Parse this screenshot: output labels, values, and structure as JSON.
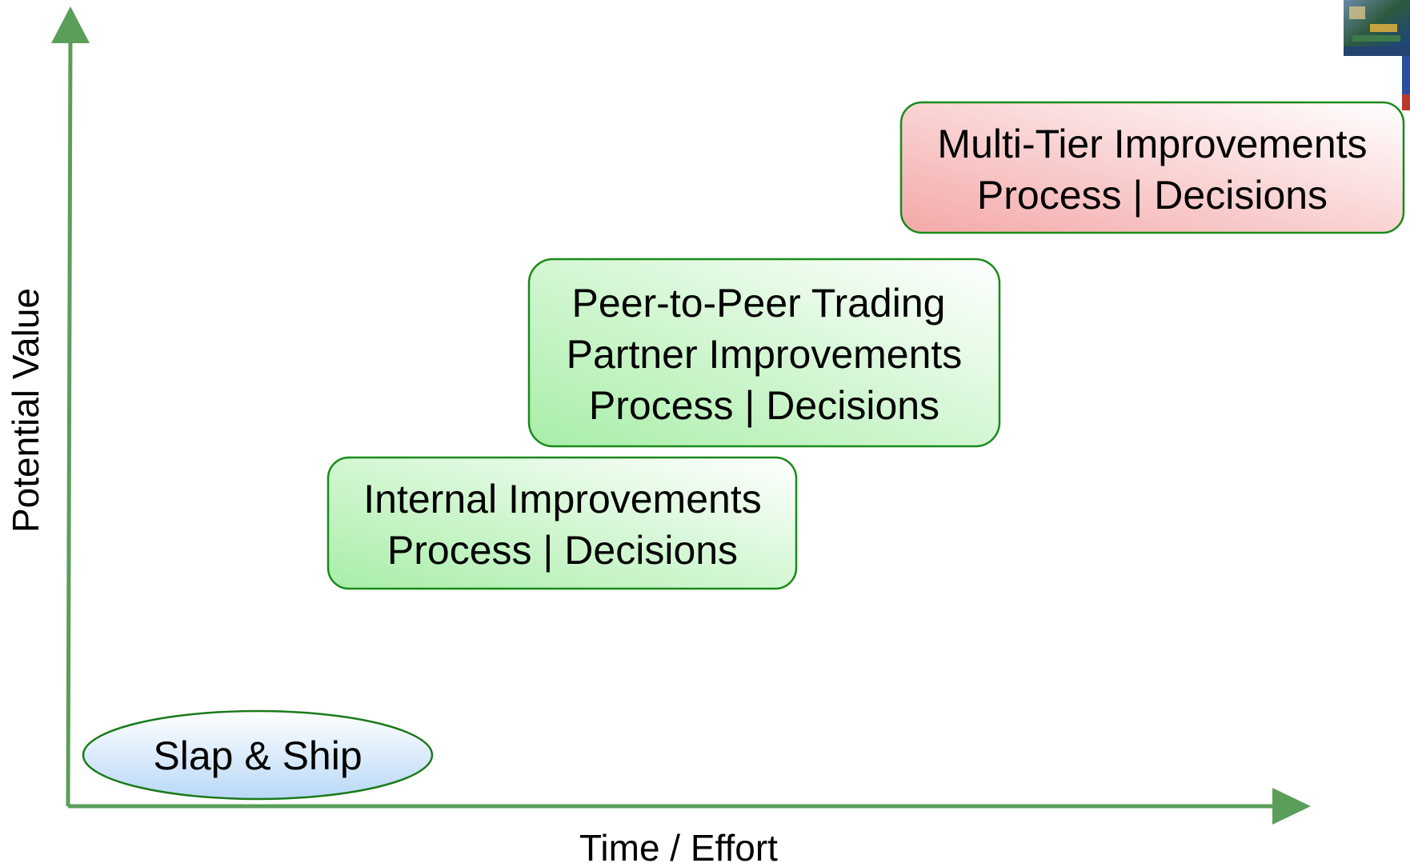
{
  "axes": {
    "x_label": "Time / Effort",
    "y_label": "Potential Value",
    "color": "#5a9e5a"
  },
  "stages": [
    {
      "lines": [
        "Slap & Ship"
      ],
      "shape": "ellipse",
      "fill": "#b8d8f7",
      "border": "#1a7a1a"
    },
    {
      "lines": [
        "Internal Improvements",
        "Process | Decisions"
      ],
      "shape": "rounded-box",
      "fill": "#a8eea8",
      "border": "#1a8a1a"
    },
    {
      "lines": [
        "Peer-to-Peer Trading",
        "Partner Improvements",
        "Process | Decisions"
      ],
      "shape": "rounded-box",
      "fill": "#a8eea8",
      "border": "#1a8a1a"
    },
    {
      "lines": [
        "Multi-Tier Improvements",
        "Process | Decisions"
      ],
      "shape": "rounded-box",
      "fill": "#f4a8a8",
      "border": "#1a8a1a"
    }
  ],
  "corner_photo": {
    "icon": "photo-thumbnail"
  }
}
